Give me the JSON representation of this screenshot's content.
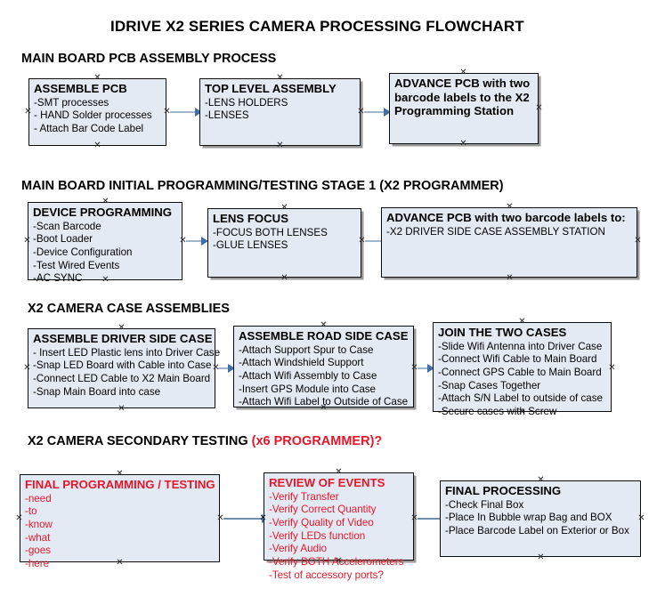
{
  "document": {
    "title": "IDRIVE X2  SERIES CAMERA PROCESSING FLOWCHART"
  },
  "colors": {
    "box_fill": "#E4EAF4",
    "box_border": "#0D0D0D",
    "red_text": "#E4172A",
    "arrow_line": "#9FB6CC",
    "arrow_head": "#3E6FA8",
    "shadow": "#9A9A9A"
  },
  "sections": [
    {
      "heading": "MAIN BOARD PCB ASSEMBLY PROCESS",
      "heading_accent": "",
      "boxes": [
        {
          "title": "ASSEMBLE PCB",
          "title_wrapped": false,
          "lines": [
            "-SMT processes",
            "- HAND Solder processes",
            "- Attach Bar Code Label"
          ],
          "red": false,
          "shadow": false
        },
        {
          "title": "TOP LEVEL ASSEMBLY",
          "title_wrapped": false,
          "lines": [
            "-LENS HOLDERS",
            "-LENSES"
          ],
          "red": false,
          "shadow": true
        },
        {
          "title": "ADVANCE PCB with two barcode labels to the  X2 Programming Station",
          "title_wrapped": true,
          "lines": [],
          "red": false,
          "shadow": true
        }
      ]
    },
    {
      "heading": "MAIN BOARD INITIAL PROGRAMMING/TESTING STAGE 1 (X2 PROGRAMMER)",
      "heading_accent": "",
      "boxes": [
        {
          "title": "DEVICE PROGRAMMING",
          "title_wrapped": false,
          "lines": [
            "-Scan Barcode",
            "-Boot Loader",
            "-Device Configuration",
            "-Test Wired Events",
            "-AC SYNC"
          ],
          "red": false,
          "shadow": false
        },
        {
          "title": "LENS FOCUS",
          "title_wrapped": false,
          "lines": [
            "-FOCUS BOTH LENSES",
            "-GLUE LENSES"
          ],
          "red": false,
          "shadow": true
        },
        {
          "title": "ADVANCE PCB with two barcode labels to:",
          "title_wrapped": false,
          "lines": [
            "-X2 DRIVER  SIDE  CASE  ASSEMBLY STATION"
          ],
          "red": false,
          "shadow": true
        }
      ]
    },
    {
      "heading": "X2 CAMERA CASE ASSEMBLIES",
      "heading_accent": "",
      "boxes": [
        {
          "title": "ASSEMBLE DRIVER SIDE CASE",
          "title_wrapped": false,
          "lines": [
            "- Insert LED Plastic lens into Driver Case",
            "-Snap LED Board with Cable into Case",
            "-Connect LED Cable to X2 Main Board",
            "-Snap Main Board into case"
          ],
          "red": false,
          "shadow": false
        },
        {
          "title": "ASSEMBLE ROAD SIDE CASE",
          "title_wrapped": false,
          "lines": [
            "-Attach Support Spur to Case",
            "-Attach Windshield Support",
            "-Attach Wifi Assembly to Case",
            "-Insert GPS Module into Case",
            "-Attach Wifi Label to Outside of Case"
          ],
          "red": false,
          "shadow": true
        },
        {
          "title": "JOIN THE TWO CASES",
          "title_wrapped": false,
          "lines": [
            "-Slide Wifi Antenna into Driver Case",
            "-Connect Wifi Cable to Main Board",
            "-Connect GPS Cable to Main Board",
            "-Snap Cases Together",
            "-Attach S/N Label to outside of case",
            "-Secure cases with Screw"
          ],
          "red": false,
          "shadow": false
        }
      ]
    },
    {
      "heading": "X2 CAMERA SECONDARY TESTING ",
      "heading_accent": "(x6 PROGRAMMER)?",
      "boxes": [
        {
          "title": "FINAL PROGRAMMING / TESTING",
          "title_wrapped": false,
          "lines": [
            "-need",
            "-to",
            "-know",
            "-what",
            "-goes",
            "-here"
          ],
          "red": true,
          "shadow": false
        },
        {
          "title": "REVIEW OF EVENTS",
          "title_wrapped": false,
          "lines": [
            "-Verify Transfer",
            "-Verify Correct Quantity",
            "-Verify Quality of Video",
            "-Verify LEDs function",
            "-Verify Audio",
            "-Verify BOTH Accelerometers",
            "-Test of accessory ports?"
          ],
          "red": true,
          "shadow": true
        },
        {
          "title": "FINAL PROCESSING",
          "title_wrapped": false,
          "lines": [
            " -Check Final Box",
            "-Place In Bubble wrap Bag and BOX",
            "-Place Barcode Label on Exterior or Box"
          ],
          "red": false,
          "shadow": false
        }
      ]
    }
  ]
}
